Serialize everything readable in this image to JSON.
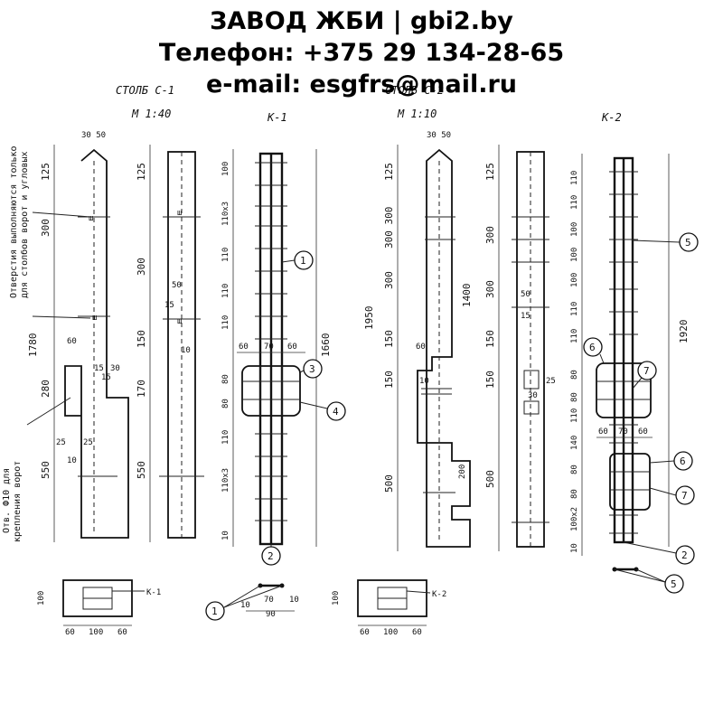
{
  "header": {
    "line1": "ЗАВОД ЖБИ | gbi2.by",
    "line2": "Телефон: +375 29 134-28-65",
    "line3": "e-mail: esgfrs@mail.ru"
  },
  "titles": {
    "col1": "СТОЛБ С-1",
    "scale1": "М 1:40",
    "k1": "К-1",
    "col2": "СТОЛБ С-2",
    "scale2": "М 1:10",
    "k2": "К-2"
  },
  "side_notes": {
    "note1": "Отверстия выполняются только",
    "note2": "для столбов ворот и угловых",
    "note3": "Отв. Ф10 для",
    "note4": "крепления ворот"
  },
  "callouts": [
    "1",
    "2",
    "3",
    "4",
    "5",
    "6",
    "7"
  ],
  "sections": {
    "k1_label": "К-1",
    "k2_label": "К-2",
    "widths": [
      "60",
      "100",
      "60"
    ],
    "height": "100",
    "mid_dims": [
      "10",
      "70",
      "10",
      "90"
    ],
    "mid_side": "10"
  },
  "dims": {
    "top": "30 50",
    "col1_left": [
      "125",
      "300",
      "1780",
      "280",
      "550"
    ],
    "col1_right": [
      "125",
      "300",
      "150",
      "170",
      "550"
    ],
    "col1_small": [
      "60",
      "15",
      "15",
      "10",
      "30",
      "25",
      "25",
      "10"
    ],
    "col1_right_small": [
      "50",
      "15",
      "10"
    ],
    "k1_left": [
      "100",
      "110х3",
      "110",
      "110",
      "110",
      "80",
      "80",
      "110",
      "110х3",
      "10"
    ],
    "k1_top": [
      "60",
      "70",
      "60"
    ],
    "k1_height": "1660",
    "col2_left": [
      "125",
      "300 300",
      "300",
      "150",
      "150",
      "500"
    ],
    "col2_total": "1950",
    "col2_mid": [
      "1400",
      "200"
    ],
    "col2_right": [
      "125",
      "300",
      "300",
      "150",
      "150",
      "500"
    ],
    "col2_small": [
      "60",
      "10",
      "50",
      "15",
      "25",
      "30",
      "10",
      "10",
      "200"
    ],
    "k2_left": [
      "110",
      "110",
      "100",
      "100",
      "100",
      "110",
      "110",
      "80",
      "80",
      "110",
      "140",
      "80",
      "80",
      "100х2",
      "10"
    ],
    "k2_top": [
      "60",
      "70",
      "60"
    ],
    "k2_height": "1920"
  }
}
